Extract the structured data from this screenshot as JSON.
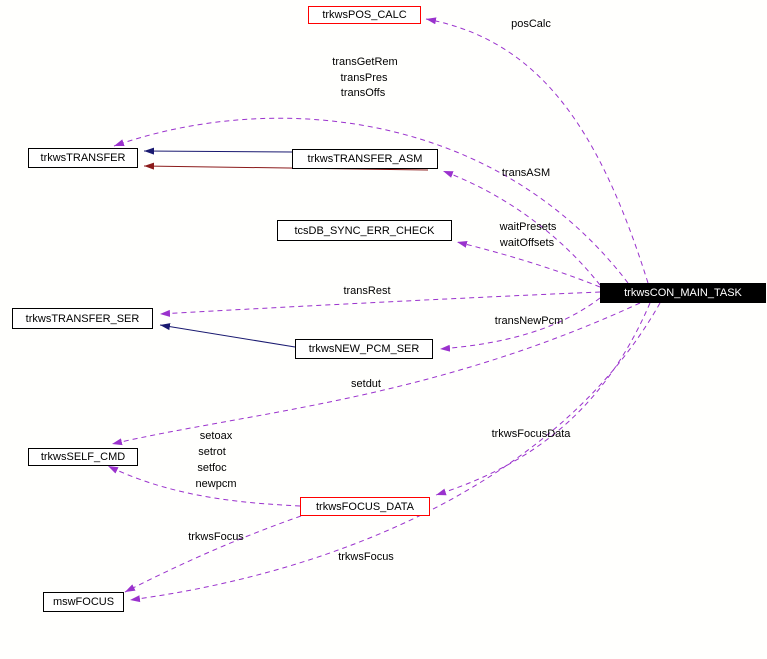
{
  "diagram": {
    "type": "caller-graph",
    "colors": {
      "background": "#fffffd",
      "edge_dashed": "#9a32cd",
      "edge_navy": "#191970",
      "edge_darkred": "#8b1a1a",
      "node_border": "#000000",
      "node_border_highlight": "#ff0000",
      "main_node_bg": "#000000",
      "main_node_text": "#ffffff"
    },
    "nodes": {
      "pos_calc": "trkwsPOS_CALC",
      "transfer": "trkwsTRANSFER",
      "transfer_asm": "trkwsTRANSFER_ASM",
      "tcsdb_sync_err_check": "tcsDB_SYNC_ERR_CHECK",
      "con_main_task": "trkwsCON_MAIN_TASK",
      "transfer_ser": "trkwsTRANSFER_SER",
      "new_pcm_ser": "trkwsNEW_PCM_SER",
      "self_cmd": "trkwsSELF_CMD",
      "focus_data": "trkwsFOCUS_DATA",
      "msw_focus": "mswFOCUS"
    },
    "labels": {
      "posCalc": "posCalc",
      "transGetRem": "transGetRem",
      "transPres": "transPres",
      "transOffs": "transOffs",
      "transASM": "transASM",
      "waitPresets": "waitPresets",
      "waitOffsets": "waitOffsets",
      "transRest": "transRest",
      "transNewPcm": "transNewPcm",
      "setdut": "setdut",
      "setoax": "setoax",
      "setrot": "setrot",
      "setfoc": "setfoc",
      "newpcm": "newpcm",
      "trkwsFocusData": "trkwsFocusData",
      "trkwsFocus_1": "trkwsFocus",
      "trkwsFocus_2": "trkwsFocus"
    },
    "edges": [
      {
        "from": "trkwsCON_MAIN_TASK",
        "to": "trkwsPOS_CALC",
        "label": "posCalc",
        "style": "dashed-purple"
      },
      {
        "from": "trkwsCON_MAIN_TASK",
        "to": "trkwsTRANSFER",
        "label": "transGetRem / transPres / transOffs",
        "style": "dashed-purple"
      },
      {
        "from": "trkwsCON_MAIN_TASK",
        "to": "trkwsTRANSFER_ASM",
        "label": "transASM",
        "style": "dashed-purple"
      },
      {
        "from": "trkwsCON_MAIN_TASK",
        "to": "tcsDB_SYNC_ERR_CHECK",
        "label": "waitPresets / waitOffsets",
        "style": "dashed-purple"
      },
      {
        "from": "trkwsCON_MAIN_TASK",
        "to": "trkwsTRANSFER_SER",
        "label": "transRest",
        "style": "dashed-purple"
      },
      {
        "from": "trkwsCON_MAIN_TASK",
        "to": "trkwsNEW_PCM_SER",
        "label": "transNewPcm",
        "style": "dashed-purple"
      },
      {
        "from": "trkwsCON_MAIN_TASK",
        "to": "trkwsSELF_CMD",
        "label": "setdut",
        "style": "dashed-purple"
      },
      {
        "from": "trkwsCON_MAIN_TASK",
        "to": "trkwsFOCUS_DATA",
        "label": "trkwsFocusData",
        "style": "dashed-purple"
      },
      {
        "from": "trkwsCON_MAIN_TASK",
        "to": "mswFOCUS",
        "label": "trkwsFocus",
        "style": "dashed-purple"
      },
      {
        "from": "trkwsFOCUS_DATA",
        "to": "trkwsSELF_CMD",
        "label": "setoax / setrot / setfoc / newpcm",
        "style": "dashed-purple"
      },
      {
        "from": "trkwsFOCUS_DATA",
        "to": "mswFOCUS",
        "label": "trkwsFocus",
        "style": "dashed-purple"
      },
      {
        "from": "trkwsTRANSFER_ASM",
        "to": "trkwsTRANSFER",
        "label": "",
        "style": "solid-navy"
      },
      {
        "from": "trkwsTRANSFER_ASM",
        "to": "trkwsTRANSFER",
        "label": "",
        "style": "solid-darkred"
      },
      {
        "from": "trkwsNEW_PCM_SER",
        "to": "trkwsTRANSFER_SER",
        "label": "",
        "style": "solid-navy"
      }
    ]
  }
}
